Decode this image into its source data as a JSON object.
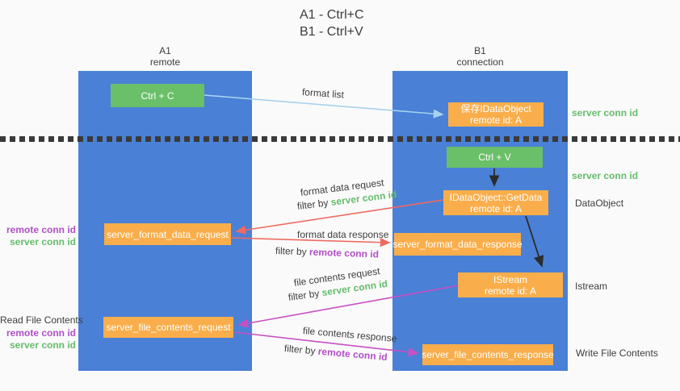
{
  "title": {
    "line1": "A1 - Ctrl+C",
    "line2": "B1 - Ctrl+V"
  },
  "lifelines": {
    "a1": {
      "name": "A1",
      "subtitle": "remote"
    },
    "b1": {
      "name": "B1",
      "subtitle": "connection"
    }
  },
  "nodes": {
    "ctrl_c": {
      "label": "Ctrl + C"
    },
    "ctrl_v": {
      "label": "Ctrl + V"
    },
    "save_dataobject": {
      "line1": "保存IDataObject",
      "line2": "remote id: A"
    },
    "getdata": {
      "line1": "IDataObject::GetData",
      "line2": "remote id: A"
    },
    "istream": {
      "line1": "IStream",
      "line2": "remote id: A"
    },
    "server_format_data_request": {
      "label": "server_format_data_request"
    },
    "server_format_data_response": {
      "label": "server_format_data_response"
    },
    "server_file_contents_request": {
      "label": "server_file_contents_request"
    },
    "server_file_contents_response": {
      "label": "server_file_contents_response"
    }
  },
  "arrow_labels": {
    "format_list": "format list",
    "format_data_request": "format data request",
    "format_data_response": "format data response",
    "file_contents_request": "file contents request",
    "file_contents_response": "file contents response",
    "filter_by": "filter by",
    "server_conn_id": "server conn id",
    "remote_conn_id": "remote conn id"
  },
  "side_labels": {
    "server_conn_id": "server conn id",
    "remote_conn_id": "remote conn id",
    "dataobject": "DataObject",
    "istream": "Istream",
    "read_file_contents": "Read File Contents",
    "write_file_contents": "Write File Contents"
  },
  "colors": {
    "lifeline_blue": "#4a80d6",
    "node_green": "#6abf69",
    "node_orange": "#f9ae4b",
    "arrow_light_blue": "#a5d2ee",
    "arrow_red": "#ee6a5f",
    "arrow_magenta": "#c84fc4",
    "arrow_black": "#2b2b2b",
    "text_green": "#65bd6b",
    "text_purple": "#b14fc8",
    "background": "#fafafa"
  }
}
